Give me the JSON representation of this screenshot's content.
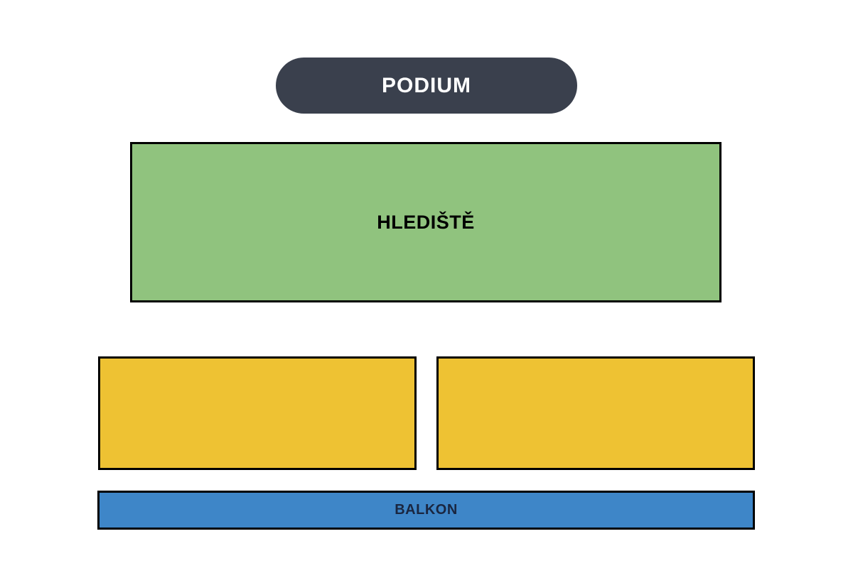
{
  "stage": {
    "label": "PODIUM",
    "color": "#3a404d",
    "text_color": "#ffffff"
  },
  "sections": [
    {
      "id": "hlediste",
      "label": "HLEDIŠTĚ",
      "color": "#90c37e",
      "text_color": "#000000"
    },
    {
      "id": "floor-left",
      "label": "",
      "color": "#eec233",
      "text_color": "#000000"
    },
    {
      "id": "floor-right",
      "label": "",
      "color": "#eec233",
      "text_color": "#000000"
    },
    {
      "id": "balkon",
      "label": "BALKON",
      "color": "#3e86c8",
      "text_color": "#1a2640"
    }
  ],
  "colors": {
    "background": "#ffffff",
    "outline": "#000000"
  }
}
